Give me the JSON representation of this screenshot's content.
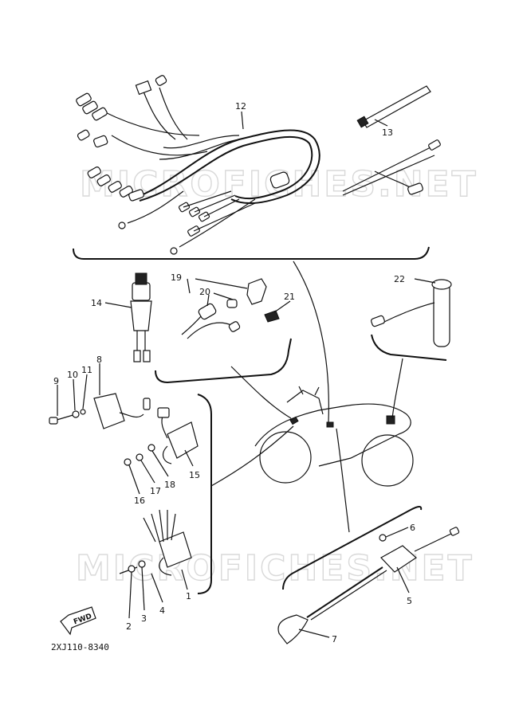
{
  "watermark": {
    "text": "MICROFICHES.NET"
  },
  "diagram_code": "2XJ110-8340",
  "fwd_label": "FWD",
  "callouts": {
    "p1": "1",
    "p2": "2",
    "p3": "3",
    "p4": "4",
    "p5": "5",
    "p6": "6",
    "p7": "7",
    "p8": "8",
    "p9": "9",
    "p10": "10",
    "p11": "11",
    "p12": "12",
    "p13": "13",
    "p14": "14",
    "p15": "15",
    "p16": "16",
    "p17": "17",
    "p18": "18",
    "p19": "19",
    "p20": "20",
    "p21": "21",
    "p22": "22"
  }
}
